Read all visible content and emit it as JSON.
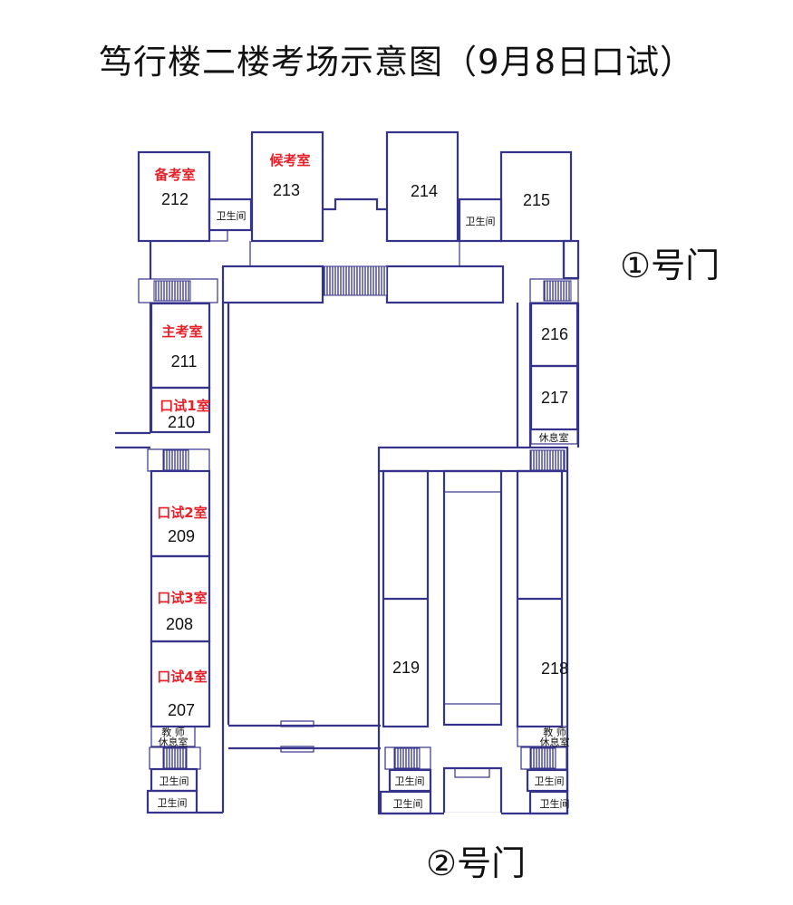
{
  "title": "笃行楼二楼考场示意图（9月8日口试）",
  "gates": {
    "gate1": "①号门",
    "gate2": "②号门"
  },
  "colors": {
    "wall": "#35338a",
    "highlight": "#e8202a"
  },
  "rooms": {
    "r212": {
      "number": "212",
      "label": "备考室"
    },
    "r213": {
      "number": "213",
      "label": "候考室"
    },
    "r214": {
      "number": "214"
    },
    "r215": {
      "number": "215"
    },
    "r211": {
      "number": "211",
      "label": "主考室"
    },
    "r210": {
      "number": "210",
      "label": "口试1室"
    },
    "r209": {
      "number": "209",
      "label": "口试2室"
    },
    "r208": {
      "number": "208",
      "label": "口试3室"
    },
    "r207": {
      "number": "207",
      "label": "口试4室"
    },
    "r216": {
      "number": "216"
    },
    "r217": {
      "number": "217"
    },
    "r218": {
      "number": "218"
    },
    "r219": {
      "number": "219"
    }
  },
  "facilities": {
    "restroom": "卫生间",
    "lounge": "休息室",
    "teacher_lounge_line1": "教  师",
    "teacher_lounge_line2": "休息室"
  }
}
